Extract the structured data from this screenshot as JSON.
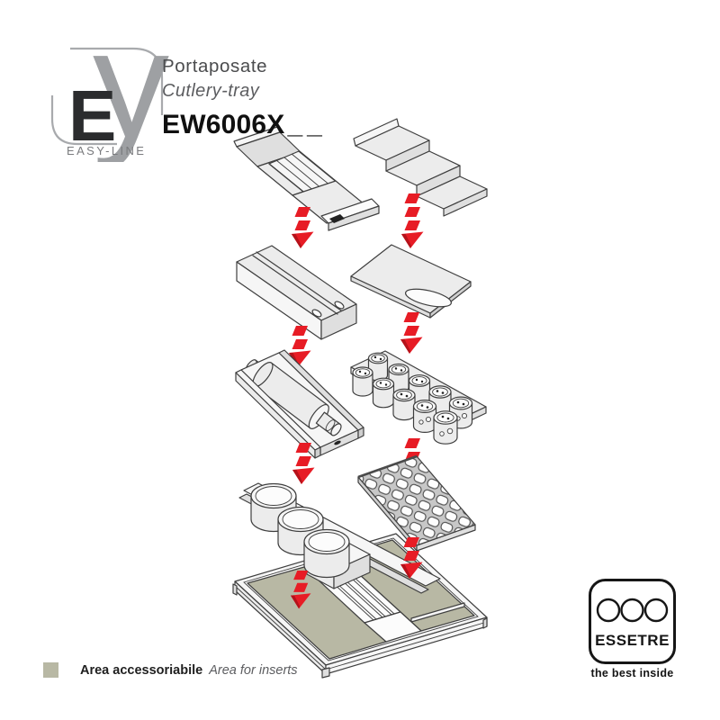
{
  "brand": {
    "letter_primary": "E",
    "letter_secondary": "y",
    "tagline": "EASY-LINE"
  },
  "header": {
    "title_it": "Portaposate",
    "title_en": "Cutlery-tray",
    "model_base": "EW6006X",
    "model_suffix": "__"
  },
  "legend": {
    "label_it": "Area accessoriabile",
    "label_en": "Area for inserts"
  },
  "footer_logo": {
    "name": "ESSETRE",
    "tagline": "the best inside",
    "circles": 3
  },
  "colors": {
    "accent_red": "#e71c25",
    "accent_red_dark": "#b5121a",
    "insert_beige": "#b8b8a4",
    "outline": "#3f3f3f",
    "text_dark": "#4b4c4e",
    "text_gray": "#5c5d60",
    "brand_gray": "#9ea0a3",
    "brand_line": "#a8aaad",
    "logo_ink": "#161616"
  },
  "diagram": {
    "parts": [
      {
        "id": "knife-block-insert"
      },
      {
        "id": "stepped-shelf-insert"
      },
      {
        "id": "grooved-block-insert"
      },
      {
        "id": "cutting-board-insert"
      },
      {
        "id": "bottle-holder-insert"
      },
      {
        "id": "spice-jar-rack-insert"
      },
      {
        "id": "round-canister-rail-insert"
      },
      {
        "id": "woven-mat-insert"
      },
      {
        "id": "cutlery-tray-base"
      }
    ],
    "flow_arrows": 8
  }
}
